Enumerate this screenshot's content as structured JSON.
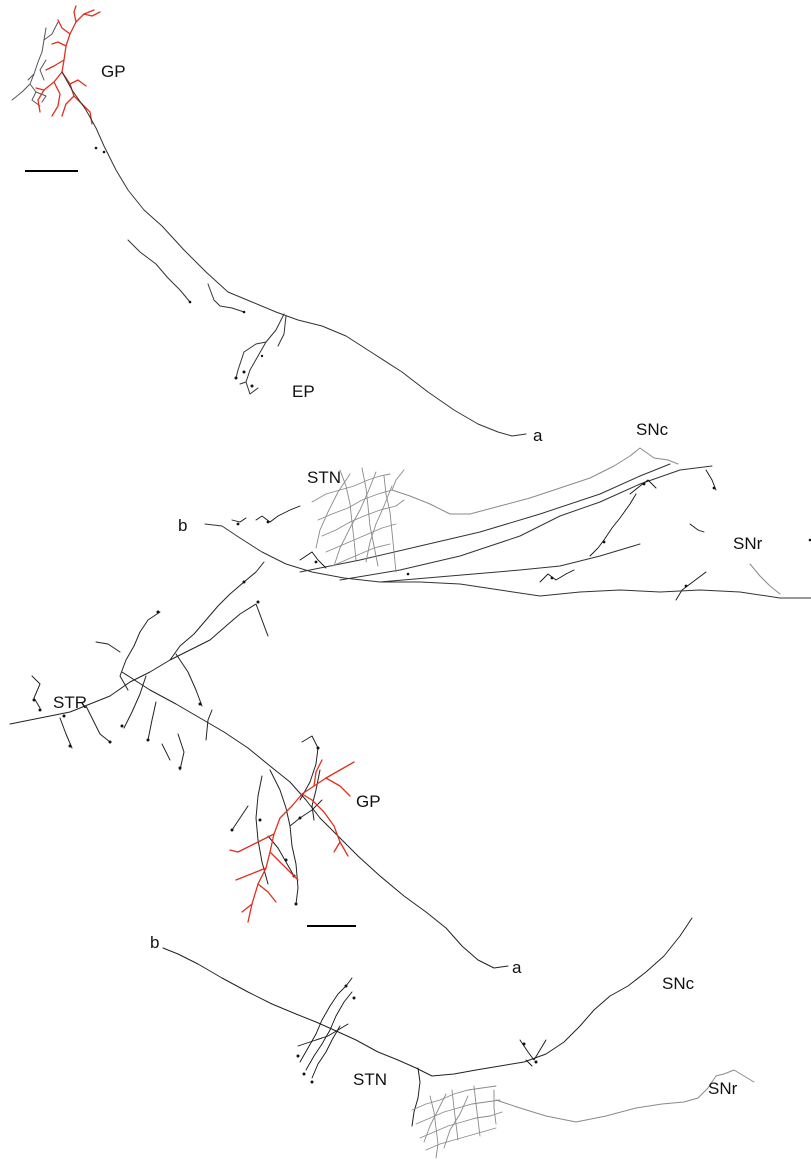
{
  "colors": {
    "axon_black": "#1a1a1a",
    "axon_gray": "#8a8a8a",
    "dendrite_red": "#e0301e",
    "scale_bar": "#000000"
  },
  "panel_top": {
    "labels": {
      "gp": "GP",
      "ep": "EP",
      "a": "a",
      "snc": "SNc",
      "stn": "STN",
      "b": "b",
      "snr": "SNr"
    }
  },
  "panel_bottom": {
    "labels": {
      "str": "STR",
      "gp": "GP",
      "a": "a",
      "b": "b",
      "snc": "SNc",
      "stn": "STN",
      "snr": "SNr"
    }
  }
}
